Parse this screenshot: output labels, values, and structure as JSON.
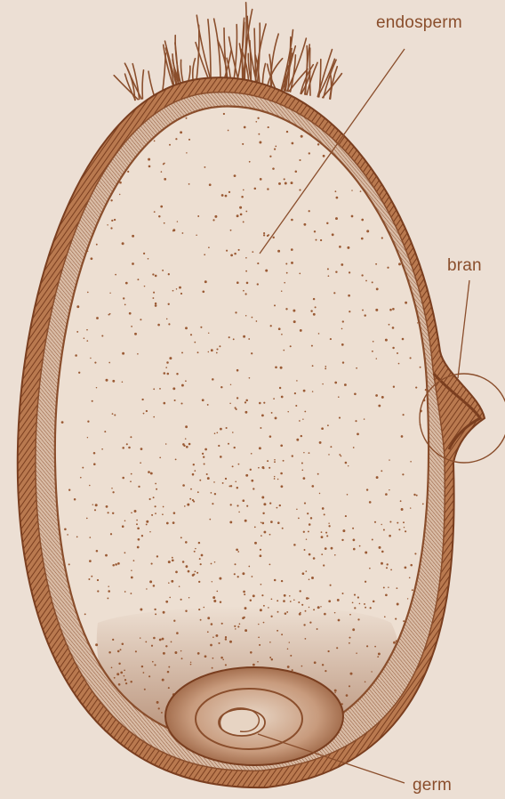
{
  "colors": {
    "background": "#ecdfd4",
    "ink": "#8a4e2c",
    "endosperm_fill": "#eddfd2",
    "bran_fill": "#9a5a34"
  },
  "labels": {
    "endosperm": "endosperm",
    "bran": "bran",
    "germ": "germ"
  }
}
